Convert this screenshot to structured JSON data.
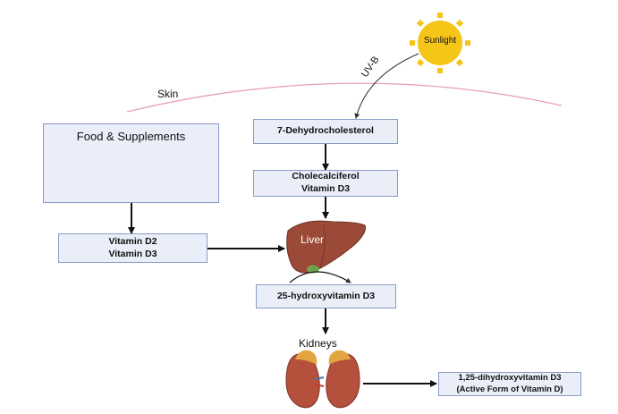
{
  "labels": {
    "skin": "Skin",
    "uvb": "UV-B",
    "sunlight": "Sunlight",
    "liver": "Liver",
    "kidneys": "Kidneys",
    "food_supplements": "Food & Supplements"
  },
  "boxes": {
    "dehydrocholesterol": "7-Dehydrocholesterol",
    "cholecalciferol_line1": "Cholecalciferol",
    "cholecalciferol_line2": "Vitamin D3",
    "vitamin_d2": "Vitamin D2",
    "vitamin_d3": "Vitamin D3",
    "hydroxyvitamin": "25-hydroxyvitamin D3",
    "dihydroxy_line1": "1,25-dihydroxyvitamin D3",
    "dihydroxy_line2": "(Active Form of Vitamin D)"
  },
  "colors": {
    "box_fill": "#e9eef8",
    "box_border": "#8a9bc4",
    "skin_line": "#e8a0b0",
    "sun": "#f5c518",
    "liver": "#9a4a36",
    "kidney": "#b5503c",
    "adrenal": "#e3a540",
    "fish_stripes": "#3d4e7e",
    "pill_dark": "#2e5f73",
    "arrow": "#111111"
  },
  "icons": [
    "sun-icon",
    "fish-icon",
    "milk-carton-icon",
    "pill-capsule-icon",
    "liver-icon",
    "kidneys-icon"
  ]
}
